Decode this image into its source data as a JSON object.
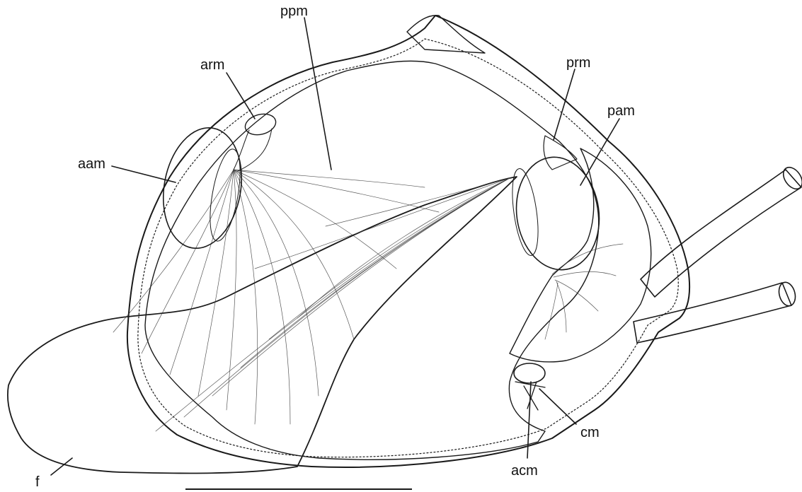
{
  "labels": {
    "ppm": "ppm",
    "arm": "arm",
    "prm": "prm",
    "pam": "pam",
    "aam": "aam",
    "cm": "cm",
    "acm": "acm",
    "f": "f"
  },
  "colors": {
    "ink": "#1a1a1a",
    "background": "#ffffff"
  }
}
